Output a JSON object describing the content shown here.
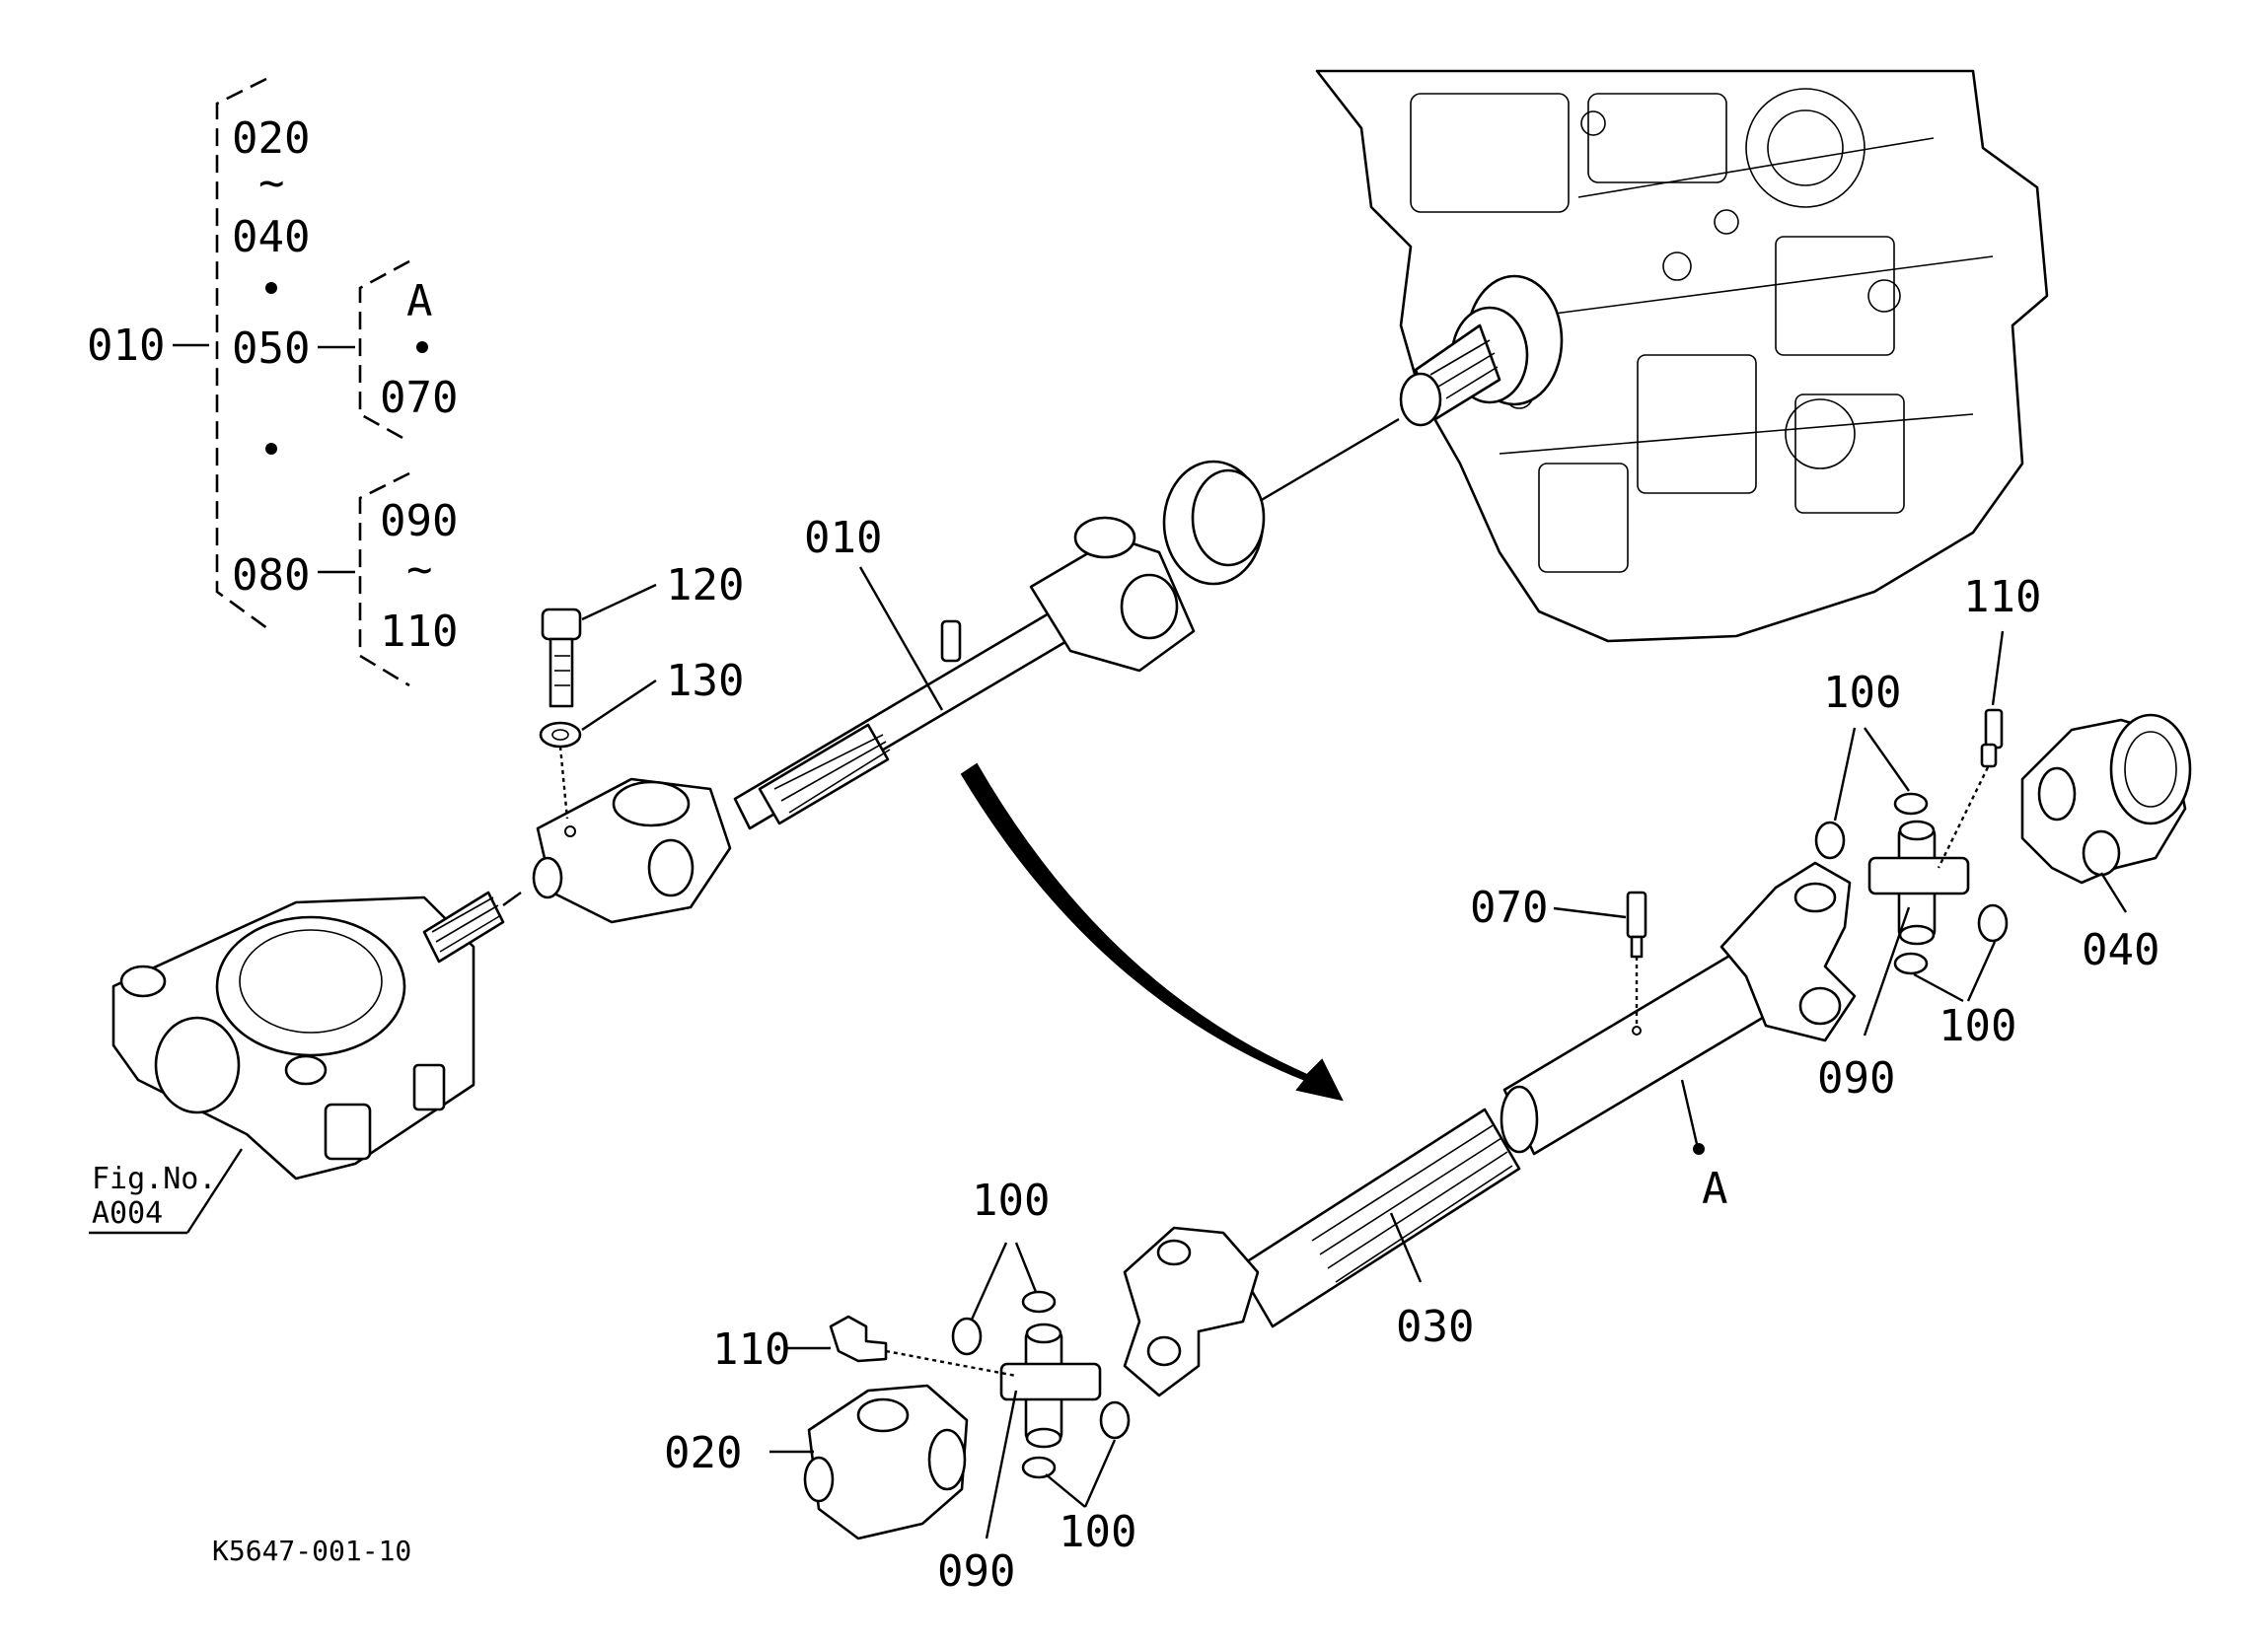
{
  "tree": {
    "root": "010",
    "group1_top": "020",
    "group1_tilde": "~",
    "group1_bottom": "040",
    "mid": "050",
    "sub_a": "A",
    "sub_070": "070",
    "lower": "080",
    "group2_top": "090",
    "group2_tilde": "~",
    "group2_bottom": "110"
  },
  "callouts": {
    "c010": "010",
    "c120": "120",
    "c130": "130",
    "c070": "070",
    "c110_right": "110",
    "c100_right_top": "100",
    "c100_right_bottom": "100",
    "c090_right": "090",
    "c040": "040",
    "c_a": "A",
    "c030": "030",
    "c100_left_top": "100",
    "c110_left": "110",
    "c020": "020",
    "c090_left": "090",
    "c100_left_bottom": "100"
  },
  "figure_ref": {
    "line1": "Fig.No.",
    "line2": "A004"
  },
  "drawing_code": "K5647-001-10"
}
